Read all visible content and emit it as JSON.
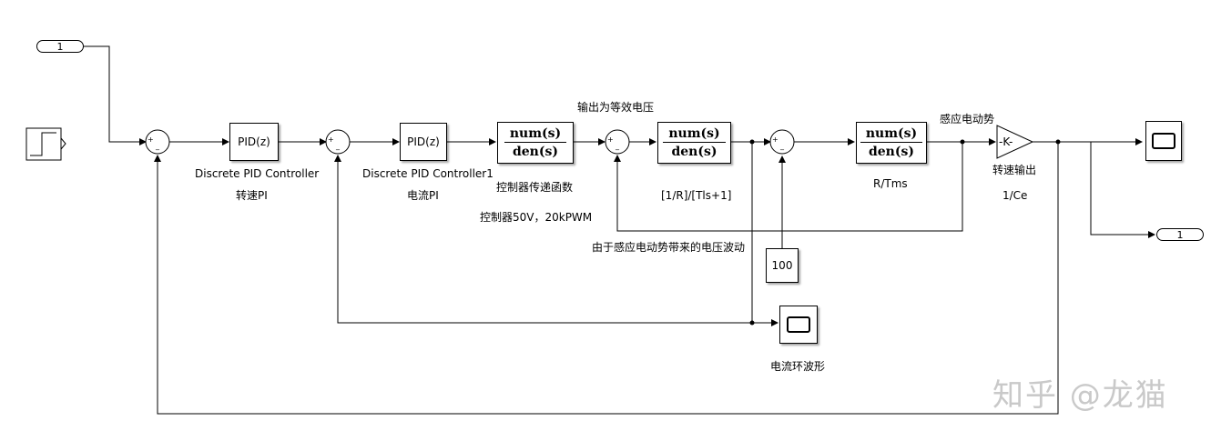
{
  "ports": {
    "in1": "1",
    "out1": "1"
  },
  "blocks": {
    "pid_speed": "PID(z)",
    "pid_current": "PID(z)",
    "tf_controller": {
      "num": "num(s)",
      "den": "den(s)"
    },
    "tf_armature": {
      "num": "num(s)",
      "den": "den(s)"
    },
    "tf_mech": {
      "num": "num(s)",
      "den": "den(s)"
    },
    "gain": "-K-",
    "constant": "100"
  },
  "labels": {
    "pid_speed_name": "Discrete PID Controller",
    "pid_speed_desc": "转速PI",
    "pid_current_name": "Discrete PID Controller1",
    "pid_current_desc": "电流PI",
    "tf_controller_name": "控制器传递函数",
    "tf_controller_desc": "控制器50V，20kPWM",
    "output_voltage": "输出为等效电压",
    "tf_armature_name": "[1/R]/[Tls+1]",
    "tf_mech_name": "R/Tms",
    "back_emf": "感应电动势",
    "gain_name": "转速输出",
    "gain_desc": "1/Ce",
    "voltage_ripple": "由于感应电动势带来的电压波动",
    "current_scope": "电流环波形"
  },
  "watermark": "知乎 @龙猫"
}
